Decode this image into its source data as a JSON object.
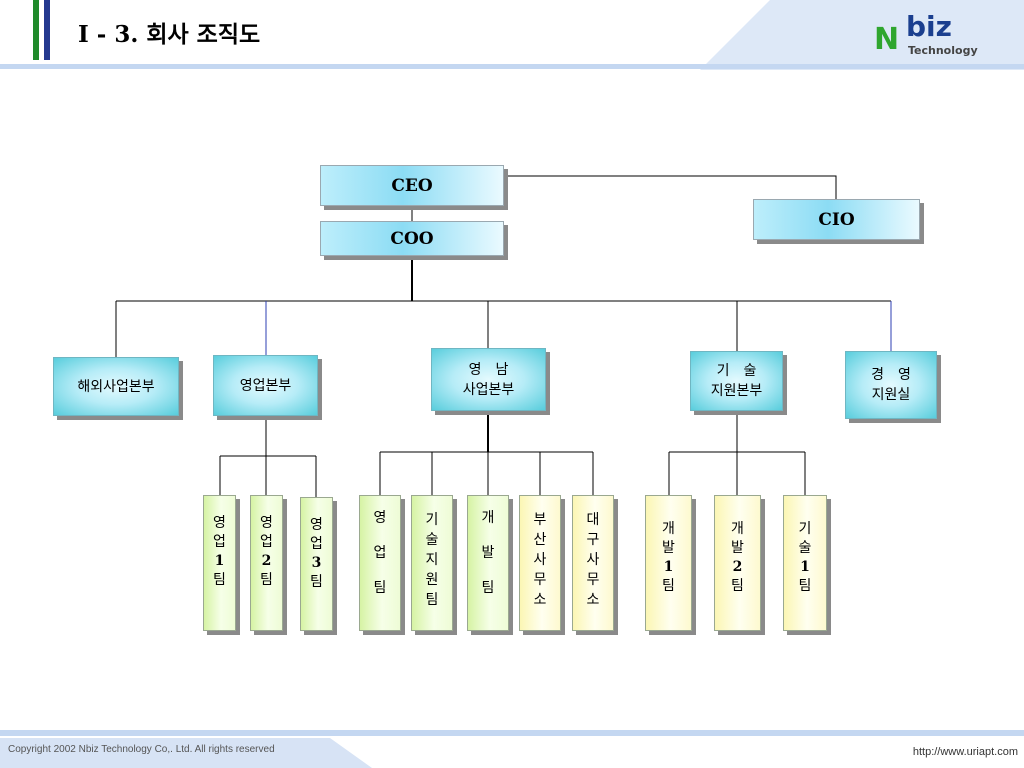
{
  "header": {
    "title": "I - 3. 회사 조직도"
  },
  "logo": {
    "letter": "N",
    "word": "biz",
    "tagline": "Technology"
  },
  "org": {
    "ceo": "CEO",
    "coo": "COO",
    "cio": "CIO",
    "divisions": {
      "overseas": "해외사업본부",
      "sales": "영업본부",
      "yeongnam_line1": "영　남",
      "yeongnam_line2": "사업본부",
      "tech_line1": "기　술",
      "tech_line2": "지원본부",
      "mgmt_line1": "경　영",
      "mgmt_line2": "지원실"
    },
    "teams": {
      "sales1": [
        "영",
        "업",
        "1",
        "팀"
      ],
      "sales2": [
        "영",
        "업",
        "2",
        "팀"
      ],
      "sales3": [
        "영",
        "업",
        "3",
        "팀"
      ],
      "yn_sales": [
        "영",
        "",
        "업",
        "",
        "팀"
      ],
      "yn_techsupport": [
        "기",
        "술",
        "지",
        "원",
        "팀"
      ],
      "yn_dev": [
        "개",
        "",
        "발",
        "",
        "팀"
      ],
      "busan": [
        "부",
        "산",
        "사",
        "무",
        "소"
      ],
      "daegu": [
        "대",
        "구",
        "사",
        "무",
        "소"
      ],
      "dev1": [
        "개",
        "발",
        "1",
        "팀"
      ],
      "dev2": [
        "개",
        "발",
        "2",
        "팀"
      ],
      "tech1": [
        "기",
        "술",
        "1",
        "팀"
      ]
    }
  },
  "footer": {
    "copyright": "Copyright 2002 Nbiz Technology Co,. Ltd. All rights reserved",
    "url": "http://www.uriapt.com"
  },
  "colors": {
    "accent_blue": "#c7d9f2",
    "logo_green": "#2fa62f",
    "logo_navy": "#1b3f8f"
  }
}
